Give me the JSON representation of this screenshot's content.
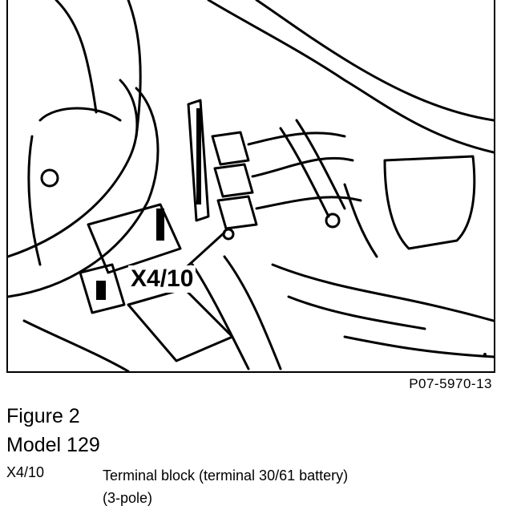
{
  "figure": {
    "callout_label": "X4/10",
    "figure_code": "P07-5970-13"
  },
  "caption": {
    "title": "Figure 2",
    "model": "Model 129"
  },
  "legend": [
    {
      "key": "X4/10",
      "description_line1": "Terminal block (terminal 30/61 battery)",
      "description_line2": "(3-pole)"
    }
  ]
}
